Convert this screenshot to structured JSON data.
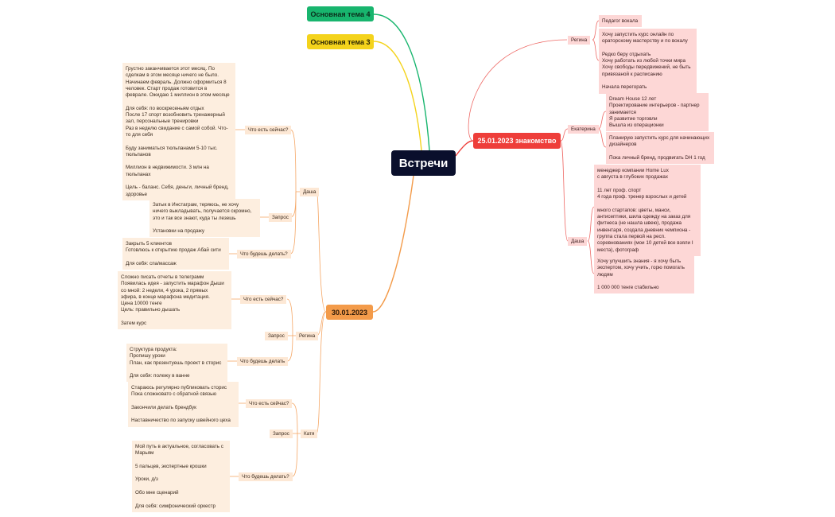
{
  "root": "Встречи",
  "topic_green": "Основная тема 4",
  "topic_yellow": "Основная тема 3",
  "topic_orange": "30.01.2023",
  "topic_red": "25.01.2023 знакомство",
  "left": {
    "dasha": {
      "label": "Даша",
      "now_label": "Что есть сейчас?",
      "now_text": "Грустно заканчивается этот месяц. По\nсделкам в этом месяце ничего не было.\nНачинаем февраль. Должно оформиться 8\nчеловек. Старт продаж готовится в\nфеврале. Ожидаю 1 миллион в этом месяце\n\nДля себя: по воскресеньям отдых\nПосле 17 спорт возобновить тренажерный\nзал, персональные тренировки\nРаз в неделю свидание с самой собой. Что-\nто для себя\n\nБуду заниматься тюльпанами 5-10 тыс.\nтюльпанов\n\nМиллион в недвижимости. 3 млн на\nтюльпанах\n\nЦель - баланс. Себя, деньги, личный бренд,\nздоровье",
      "request_label": "Запрос",
      "request_text": "Затык в Инстаграм, теряюсь, не хочу\nничего выкладывать, получается скромно,\nэто и так все знают, куда ты лезешь\n\nУстановки на продажу",
      "do_label": "Что будешь делать?",
      "do_text": "Закрыть 5 клиентов\nГотовлюсь к открытию продаж Абай сити\n\nДля себя: спа/массаж"
    },
    "regina": {
      "label": "Регина",
      "now_label": "Что есть сейчас?",
      "now_text": "Сложно писать отчеты в телеграмм\nПоявилась идея - запустить марафон Дыши\nсо мной: 2 недели, 4 урока, 2 прямых\nэфира, в конце марафона медитация.\nЦена 10000 тенге\nЦель: правильно дышать\n\nЗатем курс",
      "request_label": "Запрос",
      "do_label": "Что будешь делать",
      "do_text": "Структура продукта:\nПропишу уроки\nПлан, как презентуешь проект в сторис\n\nДля себя: полежу в ванне"
    },
    "katya": {
      "label": "Катя",
      "now_label": "Что есть сейчас?",
      "now_text": "Стараюсь регулярно публиковать сторис\nПока сложновато с обратной связью\n\nЗакончили делать брендбук\n\nНаставничество по запуску швейного цеха",
      "request_label": "Запрос",
      "do_label": "Что будешь делать?",
      "do_text": "Мой путь в актуальное, согласовать с\nМарьям\n\n5 пальцев, экспертные крошки\n\nУроки, д/з\n\nОбо мне сценарий\n\nДля себя: симфонический оркестр"
    }
  },
  "right": {
    "regina": {
      "label": "Регина",
      "items": [
        "Педагог вокала",
        "Хочу запустить курс онлайн по\nораторскому мастерству и по вокалу\n\nРедко беру отдыхать\nХочу работать из любой точки мира\nХочу свободы передвижений, не быть\nпривязаной к расписанию\n\nНачала перегорать"
      ]
    },
    "ekaterina": {
      "label": "Екатерина",
      "items": [
        "Dream House 12 лет\nПроектирование интерьеров - партнер\nзанимается\nЯ развитие торговли\nВышла из операционки",
        "Планирую запустить курс для начинающих\nдизайнеров\n\nПока личный бренд, продвигать DH 1 год"
      ]
    },
    "dasha": {
      "label": "Даша",
      "items": [
        "менеджер компании Home Lux\nс августа в глубоких продажах\n\n11 лет проф. спорт\n4 года проф. тренер взрослых и детей\n\nмного стартапов: цветы, манси,\nантисептики, шила одежду на заказ для\nфитнеса (не нашла швею), продажа\nинвентаря, создала дневник чемпиона -\nгруппа стала первой на респ.\nсоревнованиях (мои 10 детей все взяли I\nместа), фотограф",
        "Хочу улучшить знания - я хочу быть\nэкспертом, хочу учить, горю помогать\nлюдям\n\n1 000 000 тенге стабильно"
      ]
    }
  },
  "colors": {
    "root": "#0a0f2c",
    "green": "#18b56e",
    "yellow": "#f4d31c",
    "orange": "#f39b4a",
    "red": "#ee3e3a",
    "orange_fill": "#fdeedf",
    "red_fill": "#fdd7d6"
  }
}
